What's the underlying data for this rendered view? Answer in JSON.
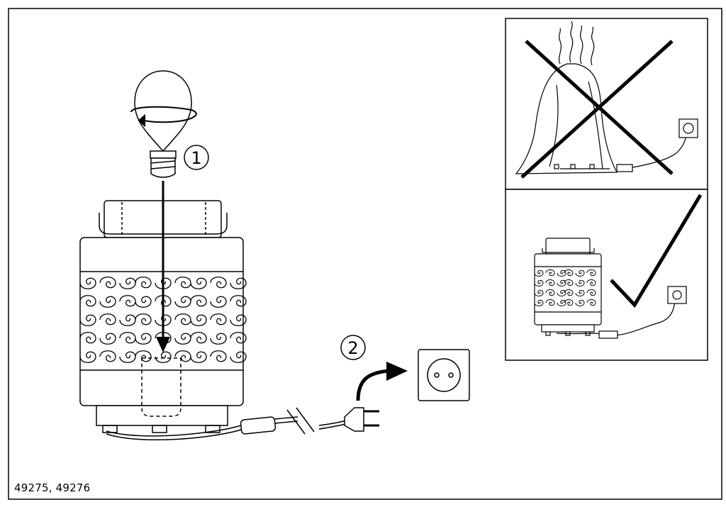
{
  "steps": {
    "step1": "1",
    "step2": "2"
  },
  "model_code": "49275, 49276",
  "icons": {
    "bulb": "light-bulb-icon",
    "rotate": "rotate-arrow-icon",
    "socket": "wall-socket-icon",
    "plug": "power-plug-icon",
    "wrong": "cross-mark-icon",
    "right": "check-mark-icon"
  },
  "colors": {
    "line": "#000000",
    "background": "#ffffff"
  }
}
